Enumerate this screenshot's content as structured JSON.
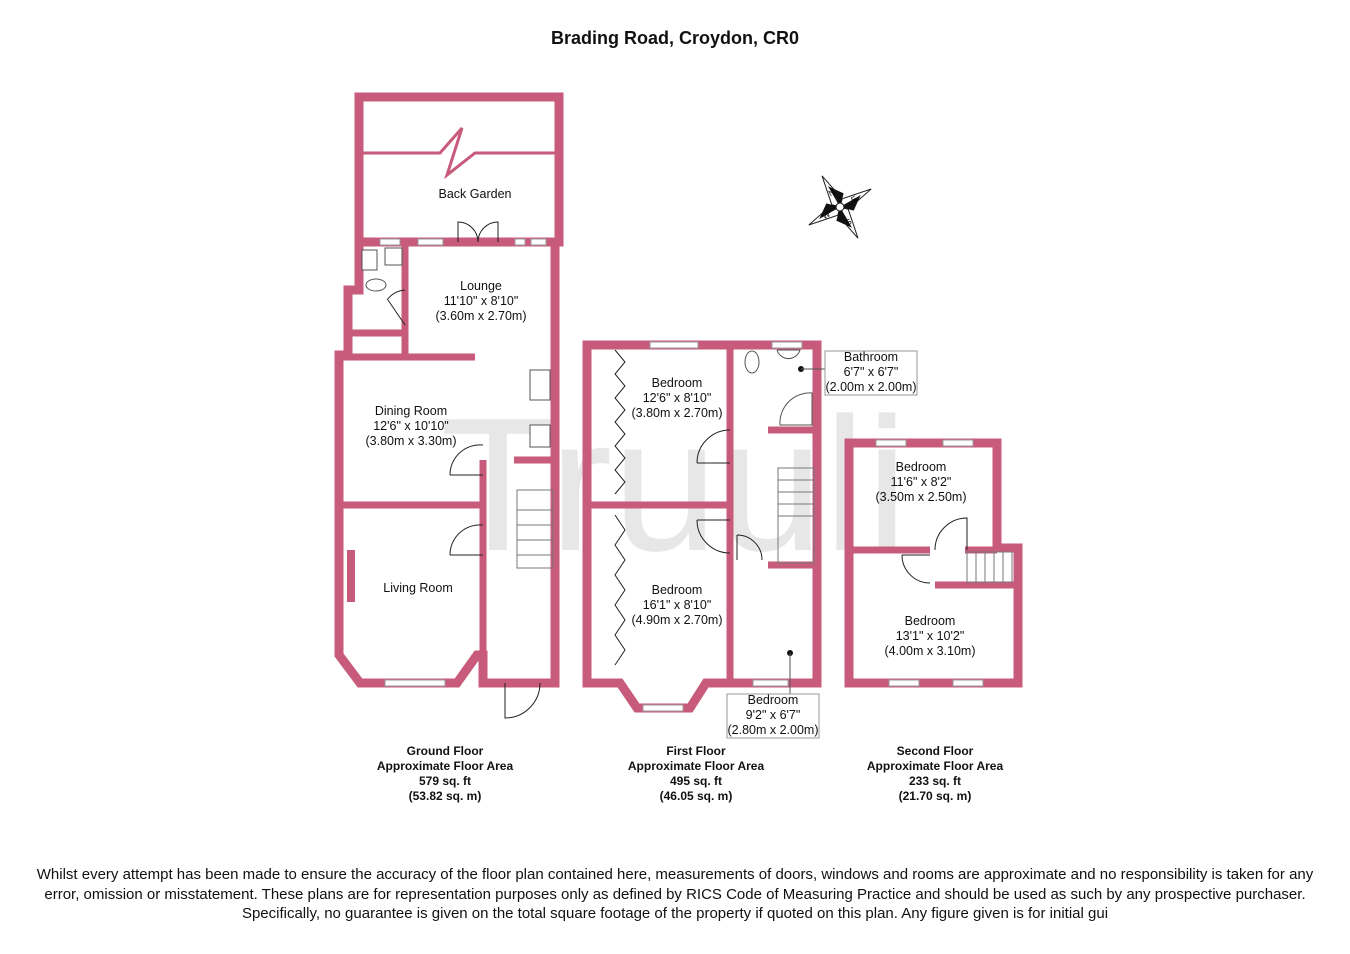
{
  "title": "Brading Road, Croydon, CR0",
  "watermark": "Truuli",
  "compass": {
    "labels": [
      "N",
      "E",
      "S",
      "W"
    ]
  },
  "floors": [
    {
      "name": "Ground Floor",
      "area_label": "Approximate Floor Area",
      "sqft": "579 sq. ft",
      "sqm": "(53.82 sq. m)",
      "rooms": [
        {
          "name": "Back Garden"
        },
        {
          "name": "Lounge",
          "imperial": "11'10\" x 8'10\"",
          "metric": "(3.60m x 2.70m)"
        },
        {
          "name": "Dining Room",
          "imperial": "12'6\" x 10'10\"",
          "metric": "(3.80m x 3.30m)"
        },
        {
          "name": "Living Room"
        }
      ]
    },
    {
      "name": "First Floor",
      "area_label": "Approximate Floor Area",
      "sqft": "495 sq. ft",
      "sqm": "(46.05 sq. m)",
      "rooms": [
        {
          "name": "Bedroom",
          "imperial": "12'6\" x 8'10\"",
          "metric": "(3.80m x 2.70m)"
        },
        {
          "name": "Bedroom",
          "imperial": "16'1\" x 8'10\"",
          "metric": "(4.90m x 2.70m)"
        },
        {
          "name": "Bathroom",
          "imperial": "6'7\" x 6'7\"",
          "metric": "(2.00m x 2.00m)"
        },
        {
          "name": "Bedroom",
          "imperial": "9'2\" x 6'7\"",
          "metric": "(2.80m x 2.00m)"
        }
      ]
    },
    {
      "name": "Second Floor",
      "area_label": "Approximate Floor Area",
      "sqft": "233 sq. ft",
      "sqm": "(21.70 sq. m)",
      "rooms": [
        {
          "name": "Bedroom",
          "imperial": "11'6\" x 8'2\"",
          "metric": "(3.50m x 2.50m)"
        },
        {
          "name": "Bedroom",
          "imperial": "13'1\" x 10'2\"",
          "metric": "(4.00m x 3.10m)"
        }
      ]
    }
  ],
  "disclaimer": "Whilst every attempt has been made to ensure the accuracy of the floor plan contained here, measurements of doors, windows and rooms are approximate and no responsibility is taken for any error, omission or misstatement. These plans are for representation purposes only as defined by RICS Code of Measuring Practice and should be used as such by any prospective purchaser. Specifically, no guarantee is given on the total square footage of the property if quoted on this plan. Any figure given is for initial gui"
}
